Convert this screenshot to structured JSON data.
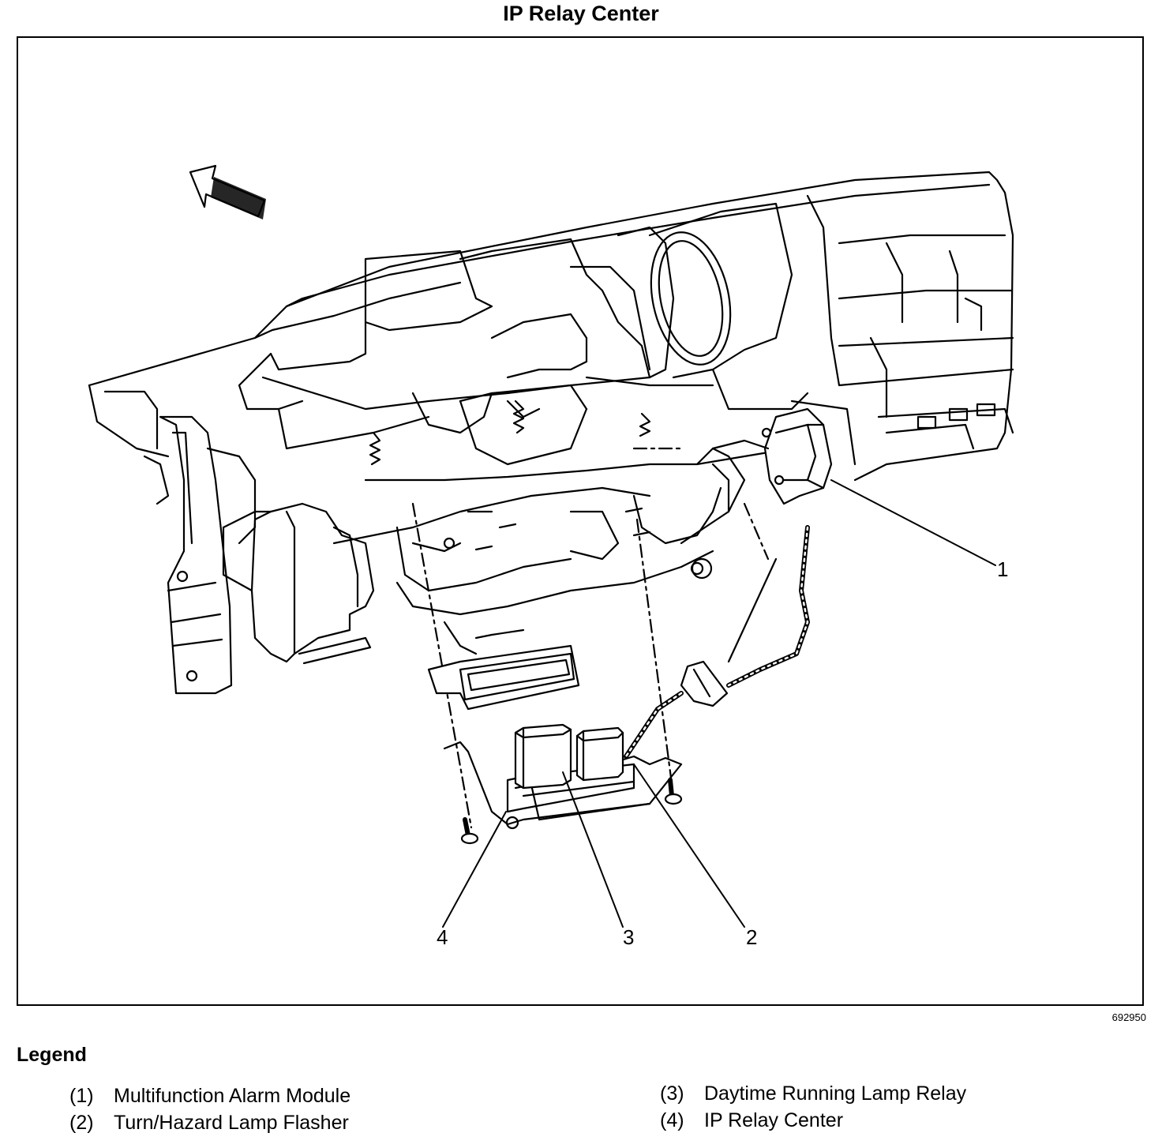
{
  "title": "IP Relay Center",
  "figure_id": "692950",
  "callouts": [
    "1",
    "2",
    "3",
    "4"
  ],
  "legend": {
    "title": "Legend",
    "items": [
      {
        "num": "(1)",
        "label": "Multifunction Alarm Module"
      },
      {
        "num": "(2)",
        "label": "Turn/Hazard Lamp Flasher"
      },
      {
        "num": "(3)",
        "label": "Daytime Running Lamp Relay"
      },
      {
        "num": "(4)",
        "label": "IP Relay Center"
      }
    ]
  }
}
